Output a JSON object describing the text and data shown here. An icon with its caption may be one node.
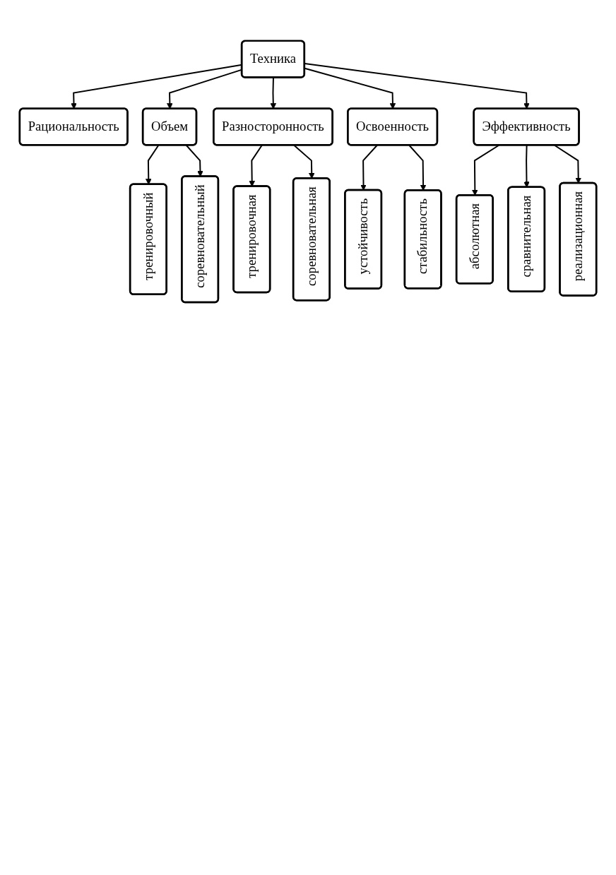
{
  "diagram": {
    "nodes": [
      {
        "text": [
          "Техника"
        ]
      },
      {
        "text": [
          "Рациональность"
        ]
      },
      {
        "text": [
          "Объем"
        ]
      },
      {
        "text": [
          "Разносторонность"
        ]
      },
      {
        "text": [
          "Освоенность"
        ]
      },
      {
        "text": [
          "Эффективность"
        ]
      },
      {
        "text": [
          "тренировочный"
        ]
      },
      {
        "text": [
          "соревновательный"
        ]
      },
      {
        "text": [
          "тренировочная"
        ]
      },
      {
        "text": [
          "соревновательная"
        ]
      },
      {
        "text": [
          "устойчивость"
        ]
      },
      {
        "text": [
          "стабильность"
        ]
      },
      {
        "text": [
          "абсолютная"
        ]
      },
      {
        "text": [
          "сравнительная"
        ]
      },
      {
        "text": [
          "реализационная"
        ]
      }
    ],
    "edges": [
      {
        "from": 0,
        "to": 1,
        "arrow": "to"
      },
      {
        "from": 0,
        "to": 2,
        "arrow": "to"
      },
      {
        "from": 0,
        "to": 3,
        "arrow": "to"
      },
      {
        "from": 0,
        "to": 4,
        "arrow": "to"
      },
      {
        "from": 0,
        "to": 5,
        "arrow": "to"
      },
      {
        "from": 2,
        "to": 6,
        "arrow": "to"
      },
      {
        "from": 2,
        "to": 7,
        "arrow": "to"
      },
      {
        "from": 3,
        "to": 8,
        "arrow": "to"
      },
      {
        "from": 3,
        "to": 9,
        "arrow": "to"
      },
      {
        "from": 4,
        "to": 10,
        "arrow": "to"
      },
      {
        "from": 4,
        "to": 11,
        "arrow": "to"
      },
      {
        "from": 5,
        "to": 12,
        "arrow": "to"
      },
      {
        "from": 5,
        "to": 13,
        "arrow": "to"
      },
      {
        "from": 5,
        "to": 14,
        "arrow": "to"
      }
    ]
  }
}
